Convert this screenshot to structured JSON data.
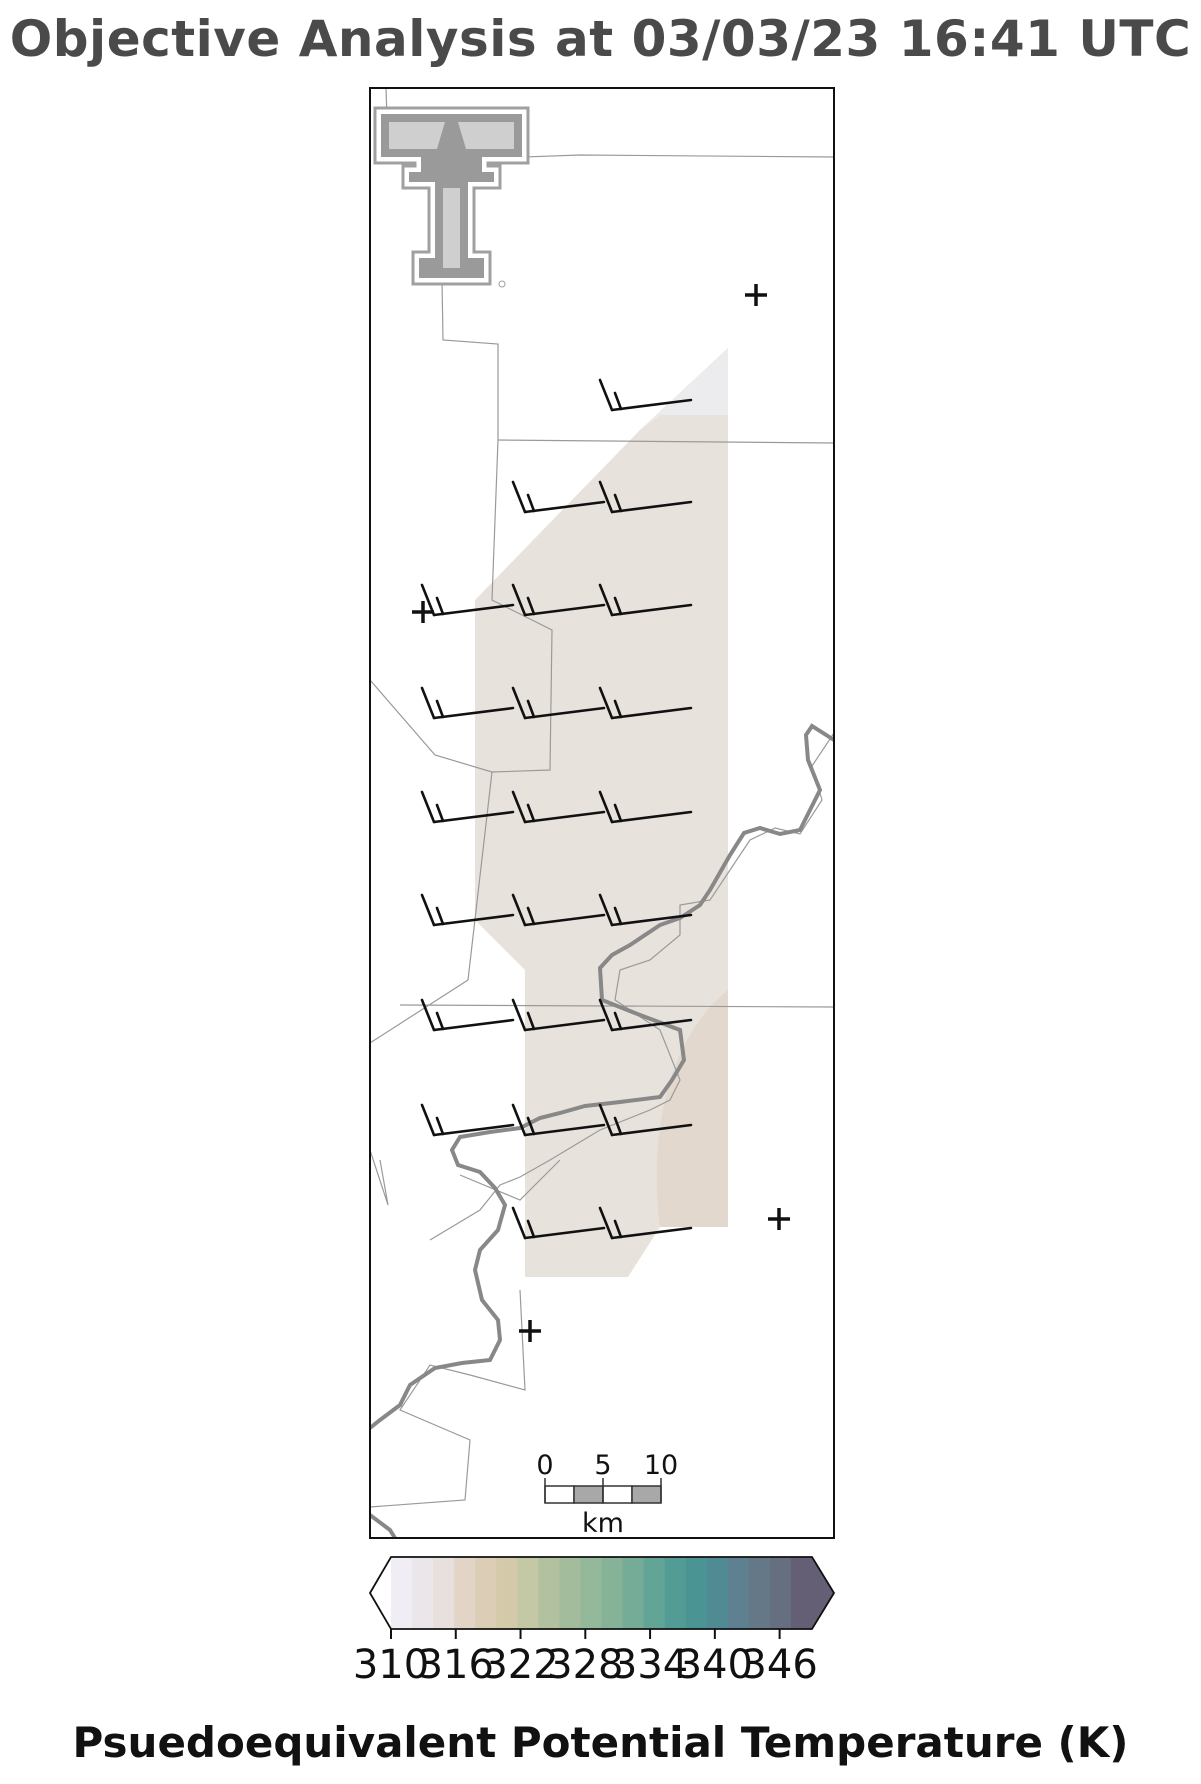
{
  "title": "Objective Analysis at 03/03/23 16:41 UTC",
  "colorbar": {
    "label": "Psuedoequivalent Potential Temperature (K)",
    "min": 310,
    "max": 349,
    "step": 2,
    "tick_values": [
      310,
      316,
      322,
      328,
      334,
      340,
      346
    ],
    "tick_labels": [
      "310",
      "316",
      "322",
      "328",
      "334",
      "340",
      "346"
    ],
    "colors": [
      "#f0eef4",
      "#ebe6ea",
      "#e8e0dc",
      "#e2d5c8",
      "#dccdb6",
      "#d4c9a8",
      "#c4c8a4",
      "#b2c2a0",
      "#a2bc9c",
      "#94b89a",
      "#86b298",
      "#74ac98",
      "#62a496",
      "#539c96",
      "#4a9494",
      "#508a92",
      "#5e8090",
      "#647888",
      "#666f80",
      "#655f76"
    ]
  },
  "scale_bar": {
    "labels": [
      "0",
      "5",
      "10"
    ],
    "unit": "km"
  },
  "logo": {
    "text": "TT"
  },
  "chart_data": {
    "type": "heatmap",
    "field": "pseudoequivalent potential temperature",
    "units": "K",
    "field_level_estimate": 312,
    "wind_barbs_note": "Grid of wind barbs: each barb has one long full barb plus one short half barb, shaft pointing roughly toward the east.",
    "stations_count": 4
  }
}
